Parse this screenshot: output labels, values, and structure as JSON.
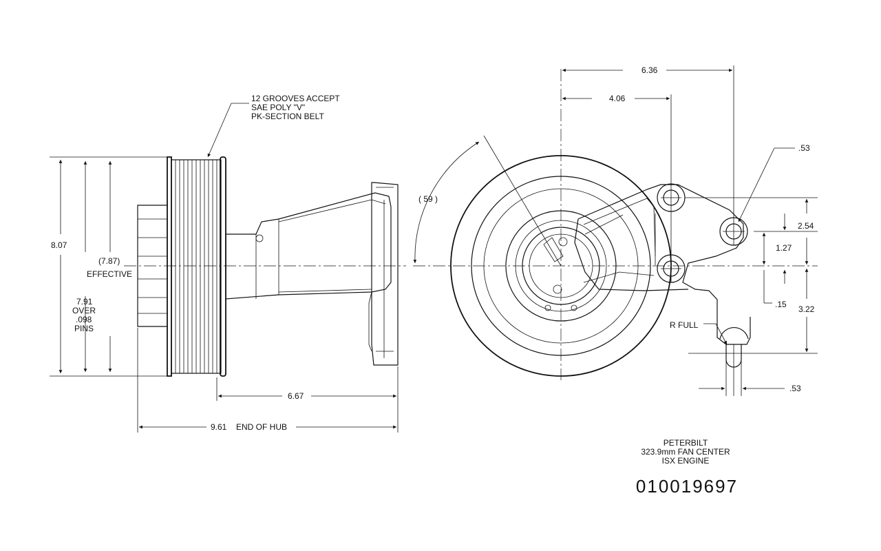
{
  "callouts": {
    "grooves_line1": "12 GROOVES ACCEPT",
    "grooves_line2": "SAE POLY \"V\"",
    "grooves_line3": "PK-SECTION BELT",
    "r_full": "R FULL"
  },
  "dimensions": {
    "overall_height": "8.07",
    "effective_value": "(7.87)",
    "effective_label": "EFFECTIVE",
    "pins_line1": "7.91",
    "pins_line2": "OVER",
    "pins_line3": ".098",
    "pins_line4": "PINS",
    "bracket_depth": "6.67",
    "end_of_hub_value": "9.61",
    "end_of_hub_label": "END OF HUB",
    "width_636": "6.36",
    "width_406": "4.06",
    "angle": "59",
    "hole_053_top": ".53",
    "dim_254": "2.54",
    "dim_127": "1.27",
    "dim_015": ".15",
    "dim_322": "3.22",
    "slot_053_bottom": ".53"
  },
  "title_block": {
    "line1": "PETERBILT",
    "line2": "323.9mm FAN CENTER",
    "line3": "ISX ENGINE",
    "part_number": "010019697"
  }
}
